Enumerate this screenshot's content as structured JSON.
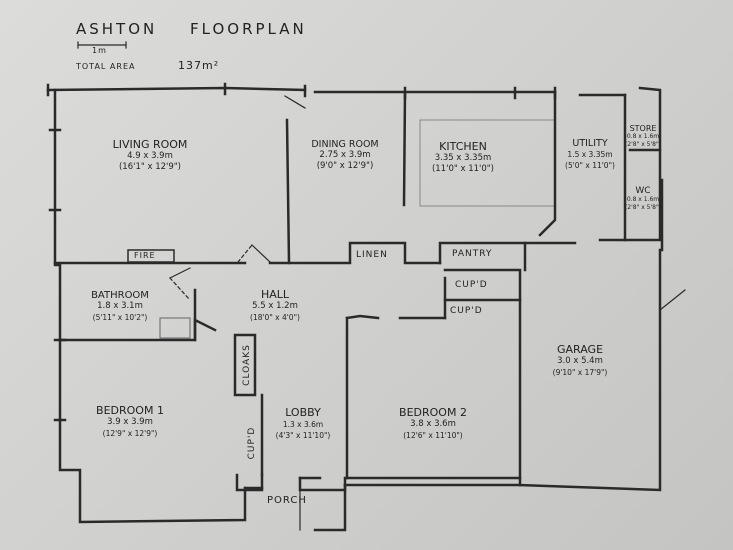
{
  "header": {
    "title_left": "ASHTON",
    "title_right": "FLOORPLAN",
    "scale_label": "1m",
    "total_area_label": "TOTAL AREA",
    "total_area_value": "137m²"
  },
  "rooms": {
    "living": {
      "name": "LIVING ROOM",
      "metric": "4.9 x 3.9m",
      "imperial": "(16'1\" x 12'9\")"
    },
    "dining": {
      "name": "DINING ROOM",
      "metric": "2.75 x 3.9m",
      "imperial": "(9'0\" x 12'9\")"
    },
    "kitchen": {
      "name": "KITCHEN",
      "metric": "3.35 x 3.35m",
      "imperial": "(11'0\" x 11'0\")"
    },
    "utility": {
      "name": "UTILITY",
      "metric": "1.5 x 3.35m",
      "imperial": "(5'0\" x 11'0\")"
    },
    "store": {
      "name": "STORE",
      "metric": "0.8 x 1.6m",
      "imperial": "(2'8\" x 5'8\")"
    },
    "wc": {
      "name": "WC",
      "metric": "0.8 x 1.6m",
      "imperial": "(2'8\" x 5'8\")"
    },
    "bathroom": {
      "name": "BATHROOM",
      "metric": "1.8 x 3.1m",
      "imperial": "(5'11\" x 10'2\")"
    },
    "hall": {
      "name": "HALL",
      "metric": "5.5 x 1.2m",
      "imperial": "(18'0\" x 4'0\")"
    },
    "bedroom1": {
      "name": "BEDROOM 1",
      "metric": "3.9 x 3.9m",
      "imperial": "(12'9\" x 12'9\")"
    },
    "lobby": {
      "name": "LOBBY",
      "metric": "1.3 x 3.6m",
      "imperial": "(4'3\" x 11'10\")"
    },
    "bedroom2": {
      "name": "BEDROOM 2",
      "metric": "3.8 x 3.6m",
      "imperial": "(12'6\" x 11'10\")"
    },
    "garage": {
      "name": "GARAGE",
      "metric": "3.0 x 5.4m",
      "imperial": "(9'10\" x 17'9\")"
    }
  },
  "fixtures": {
    "fire": "FIRE",
    "linen": "LINEN",
    "pantry": "PANTRY",
    "cupd1": "CUP'D",
    "cupd2": "CUP'D",
    "cloaks": "CLOAKS",
    "cupd3": "CUP'D",
    "porch": "PORCH"
  }
}
